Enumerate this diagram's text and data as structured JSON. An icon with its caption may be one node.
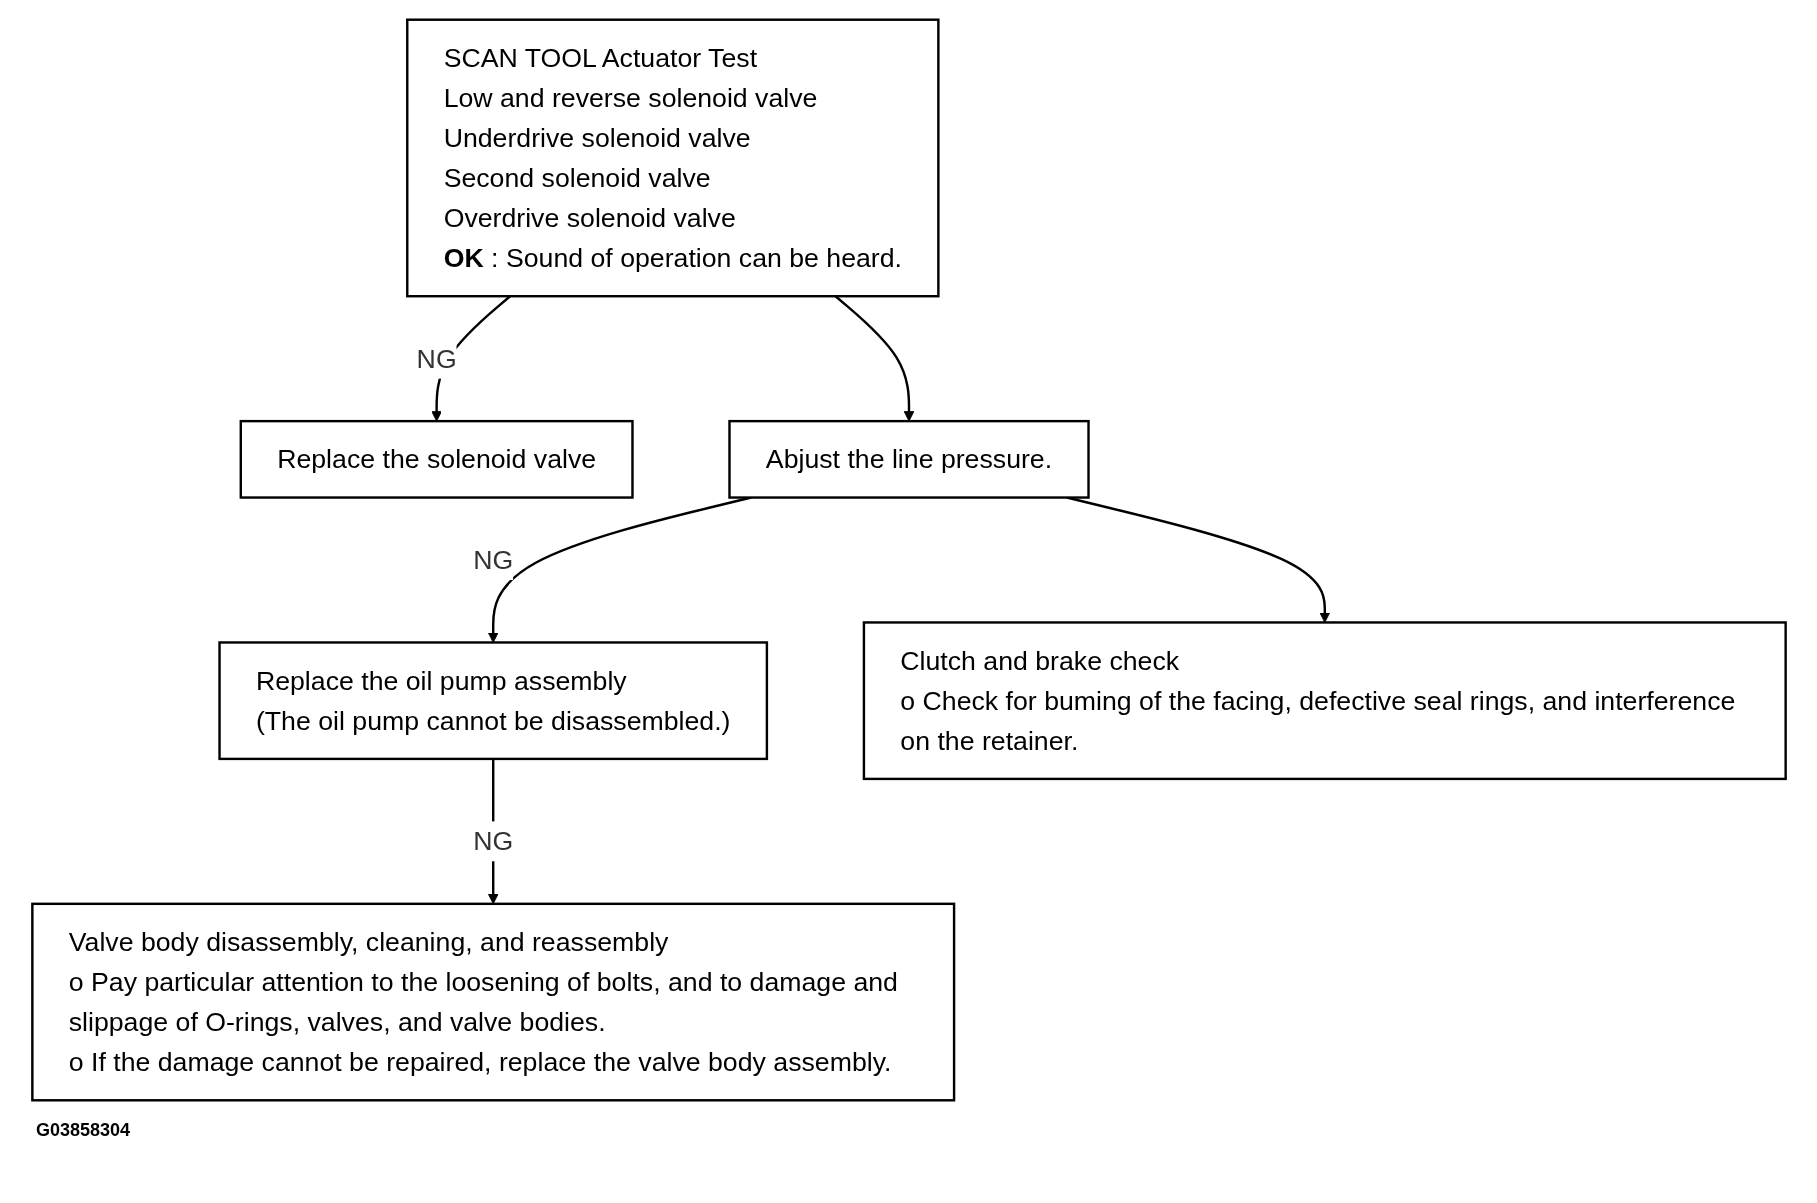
{
  "diagram": {
    "nodes": [
      {
        "text": [
          "SCAN TOOL Actuator Test",
          "Low and reverse solenoid valve",
          "Underdrive solenoid valve",
          "Second solenoid valve",
          "Overdrive solenoid valve",
          "**OK** : Sound of operation can be heard."
        ]
      },
      {
        "text": [
          "Replace the solenoid valve"
        ]
      },
      {
        "text": [
          "Abjust the line pressure."
        ]
      },
      {
        "text": [
          "Replace the oil pump assembly",
          "(The oil pump cannot be disassembled.)"
        ]
      },
      {
        "text": [
          "Clutch and brake check",
          "o Check for buming of the facing, defective seal rings, and interference on the retainer."
        ]
      },
      {
        "text": [
          "Valve body disassembly, cleaning, and reassembly",
          "o Pay particular attention to the loosening of bolts, and to damage and slippage of O-rings, valves, and valve bodies.",
          "o If the damage cannot be repaired, replace the valve body assembly."
        ]
      }
    ],
    "edges": [
      {
        "from": 0,
        "to": 1,
        "arrow": "to",
        "label": "NG"
      },
      {
        "from": 0,
        "to": 2,
        "arrow": "to"
      },
      {
        "from": 2,
        "to": 3,
        "arrow": "to",
        "label": "NG"
      },
      {
        "from": 2,
        "to": 4,
        "arrow": "to"
      },
      {
        "from": 3,
        "to": 5,
        "arrow": "to",
        "label": "NG"
      }
    ],
    "labels": [
      "G03858304"
    ]
  }
}
